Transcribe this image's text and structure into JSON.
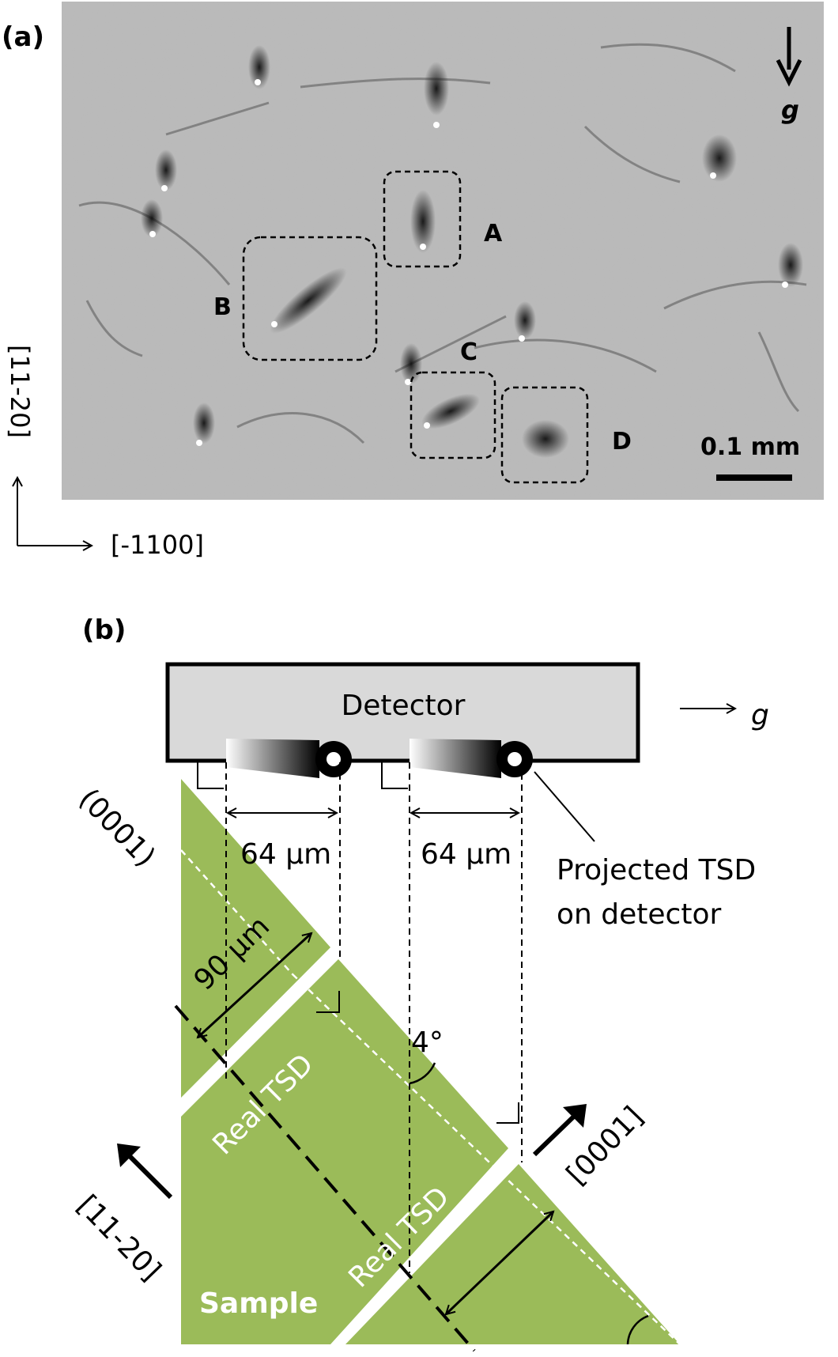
{
  "panel_a": {
    "label": "(a)",
    "g_label": "g",
    "box_labels": [
      "A",
      "B",
      "C",
      "D"
    ],
    "scale_bar_label": "0.1 mm",
    "axis_vertical": "[11-20]",
    "axis_horizontal": "[-1100]"
  },
  "panel_b": {
    "label": "(b)",
    "detector_label": "Detector",
    "g_label": "g",
    "dim_1": "64 µm",
    "dim_2": "64 µm",
    "projected_label_line1": "Projected TSD",
    "projected_label_line2": "on detector",
    "plane_label": "(0001)",
    "thickness_label": "90 µm",
    "angle_label": "4°",
    "real_tsd_1": "Real TSD",
    "real_tsd_2": "Real TSD",
    "axis_0001": "[0001]",
    "axis_11_20": "[11-20]",
    "sample_label": "Sample",
    "colors": {
      "sample_green": "#9bbb59",
      "detector_fill": "#d9d9d9",
      "photo_bg": "#b8b8b8"
    }
  }
}
